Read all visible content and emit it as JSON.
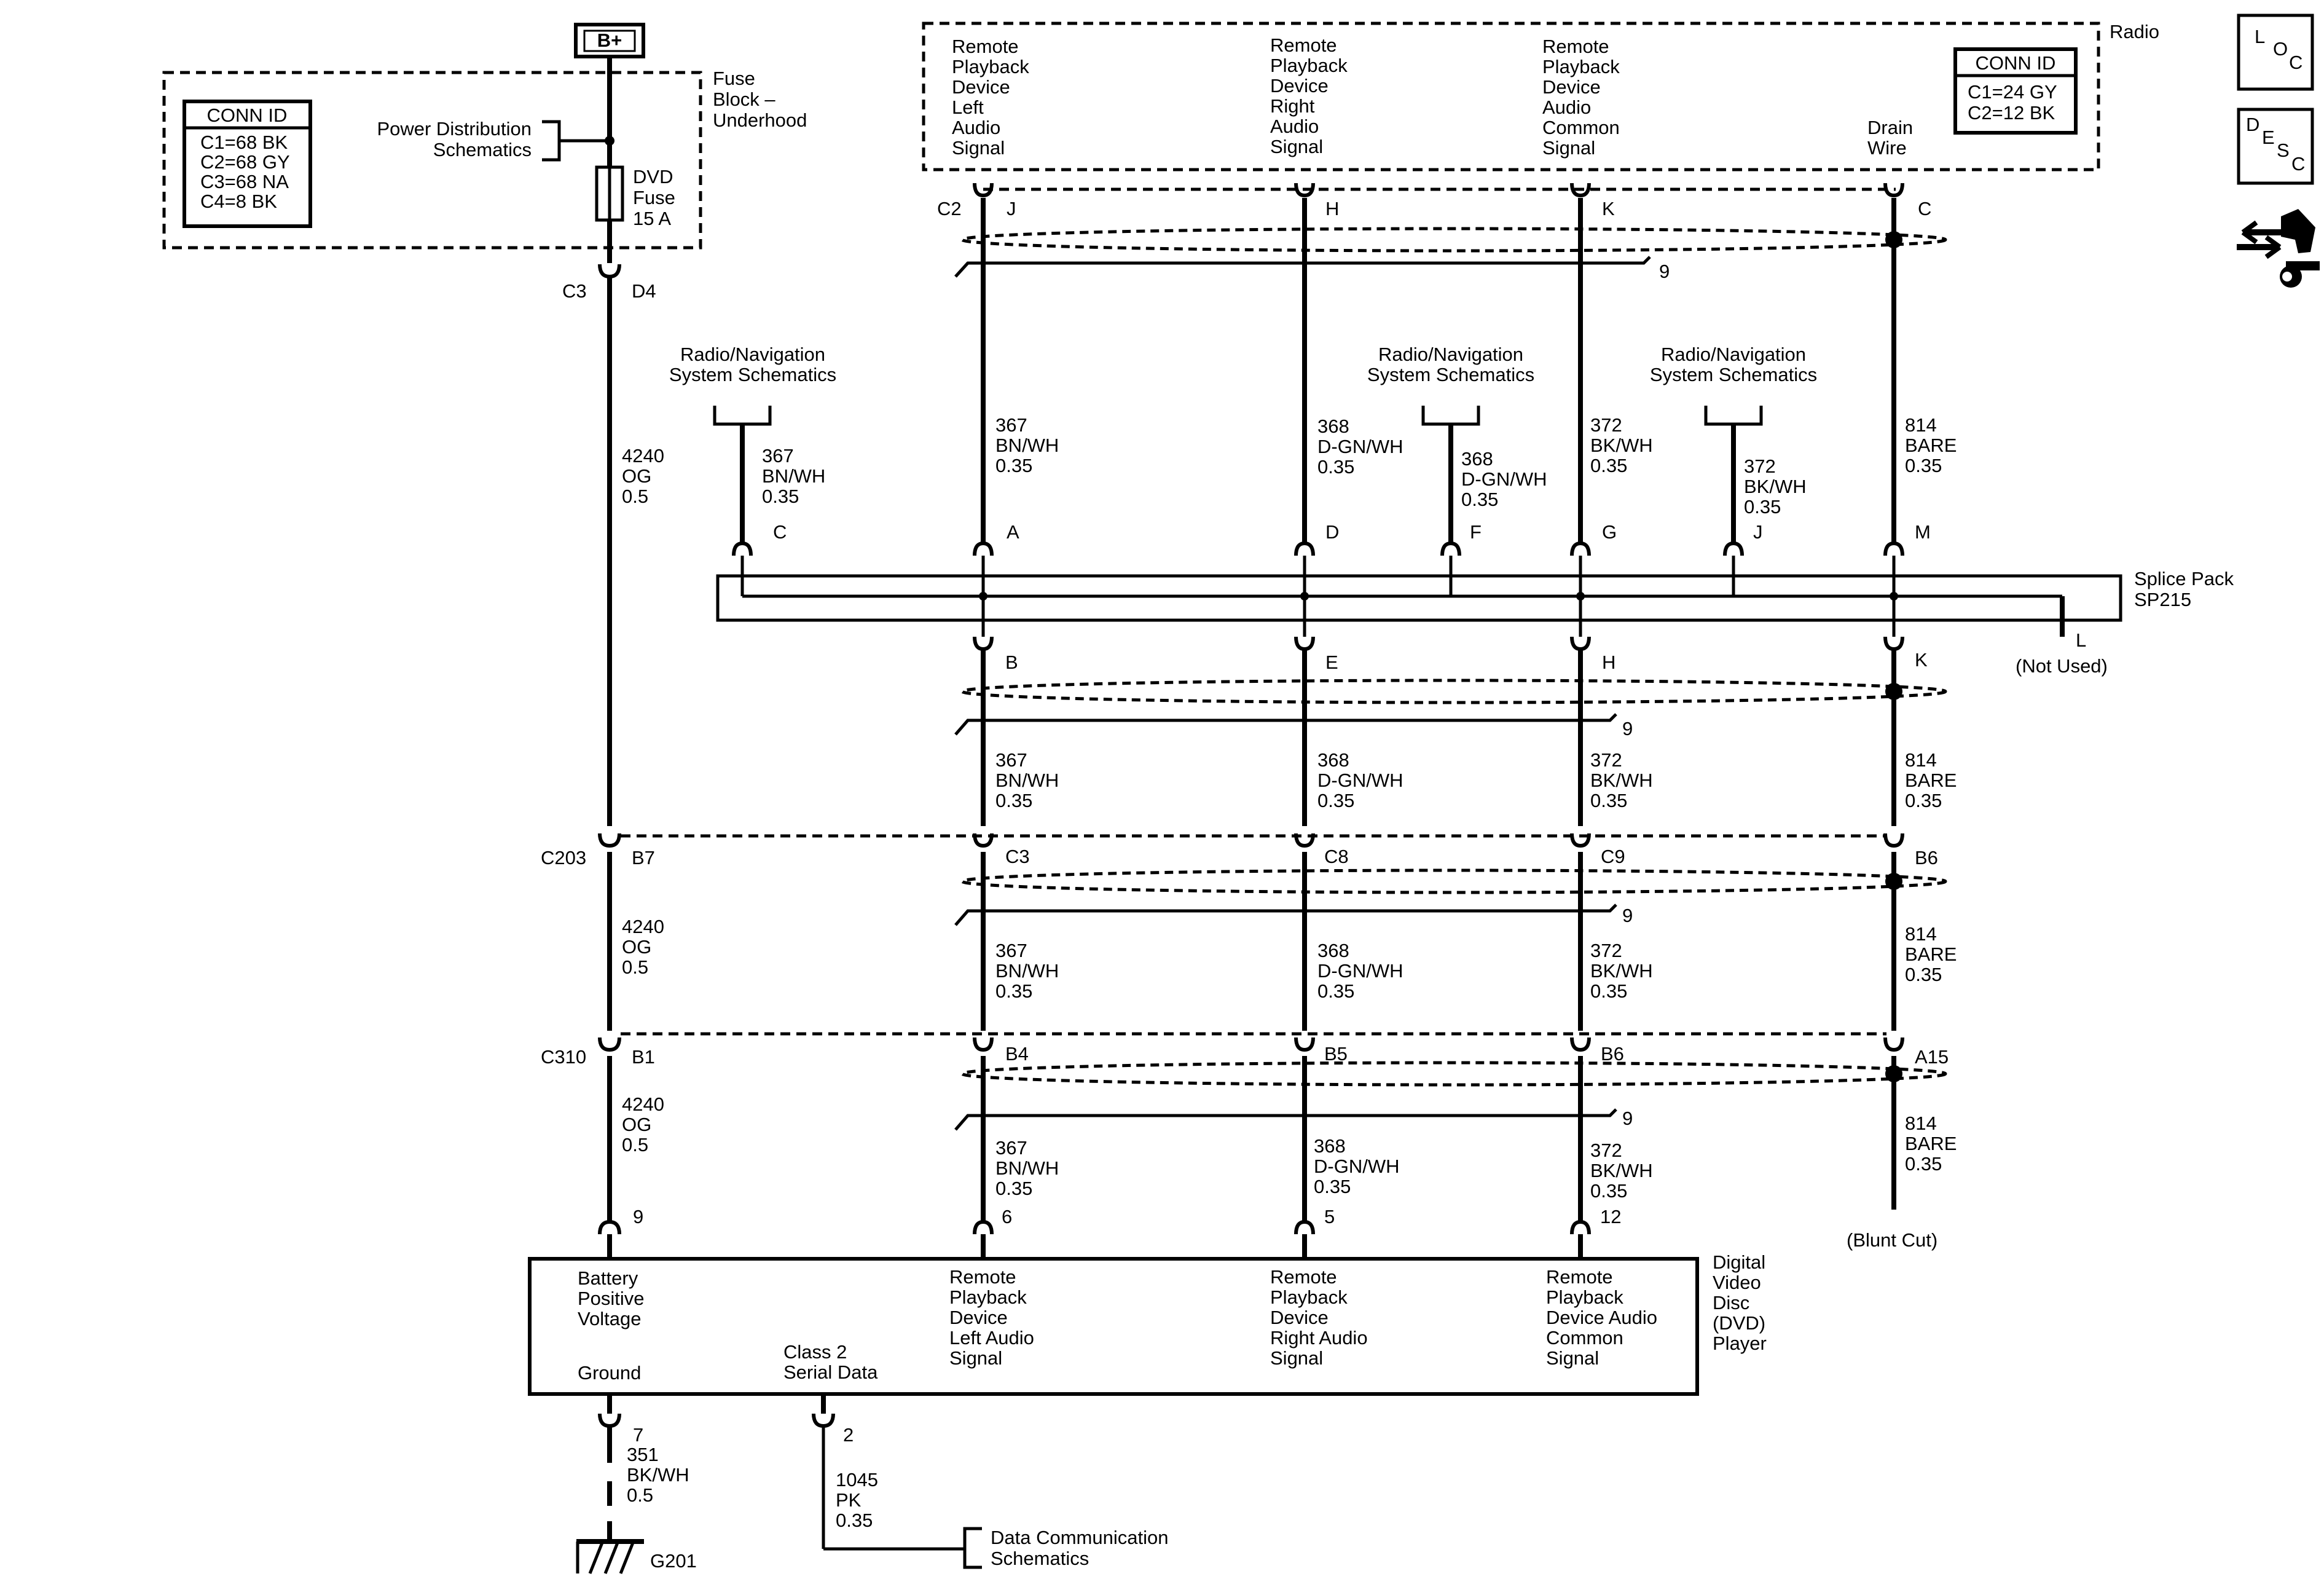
{
  "power": {
    "source": "B+",
    "fuse_block": [
      "Fuse",
      "Block –",
      "Underhood"
    ],
    "power_dist": [
      "Power Distribution",
      "Schematics"
    ],
    "fuse": [
      "DVD",
      "Fuse",
      "15 A"
    ],
    "conn_title": "CONN ID",
    "conn": [
      "C1=68 BK",
      "C2=68 GY",
      "C3=68 NA",
      "C4=8 BK"
    ]
  },
  "radio": {
    "name": "Radio",
    "signals": [
      [
        "Remote",
        "Playback",
        "Device",
        "Left",
        "Audio",
        "Signal"
      ],
      [
        "Remote",
        "Playback",
        "Device",
        "Right",
        "Audio",
        "Signal"
      ],
      [
        "Remote",
        "Playback",
        "Device",
        "Audio",
        "Common",
        "Signal"
      ],
      [
        "Drain",
        "Wire"
      ]
    ],
    "conn_title": "CONN ID",
    "conn": [
      "C1=24 GY",
      "C2=12 BK"
    ],
    "pins": [
      "C2",
      "J",
      "H",
      "K",
      "C"
    ]
  },
  "icons": {
    "loc": [
      "L",
      "O",
      "C"
    ],
    "desc": [
      "D",
      "E",
      "S",
      "C"
    ]
  },
  "connectors": {
    "c3": [
      "C3",
      "D4"
    ],
    "c203": [
      "C203",
      "B7",
      "C3",
      "C8",
      "C9",
      "B6"
    ],
    "c310": [
      "C310",
      "B1",
      "B4",
      "B5",
      "B6",
      "A15"
    ]
  },
  "shield_number": "9",
  "radio_nav": [
    "Radio/Navigation",
    "System Schematics"
  ],
  "wires": {
    "w367_top": [
      "367",
      "BN/WH",
      "0.35"
    ],
    "w368_top": [
      "368",
      "D-GN/WH",
      "0.35"
    ],
    "w372_top": [
      "372",
      "BK/WH",
      "0.35"
    ],
    "w814_top": [
      "814",
      "BARE",
      "0.35"
    ],
    "w367_nav": [
      "367",
      "BN/WH",
      "0.35"
    ],
    "w368_nav": [
      "368",
      "D-GN/WH",
      "0.35"
    ],
    "w372_nav": [
      "372",
      "BK/WH",
      "0.35"
    ],
    "w4240_1": [
      "4240",
      "OG",
      "0.5"
    ],
    "w367_b": [
      "367",
      "BN/WH",
      "0.35"
    ],
    "w368_b": [
      "368",
      "D-GN/WH",
      "0.35"
    ],
    "w372_b": [
      "372",
      "BK/WH",
      "0.35"
    ],
    "w814_b": [
      "814",
      "BARE",
      "0.35"
    ],
    "w4240_2": [
      "4240",
      "OG",
      "0.5"
    ],
    "w367_c": [
      "367",
      "BN/WH",
      "0.35"
    ],
    "w368_c": [
      "368",
      "D-GN/WH",
      "0.35"
    ],
    "w372_c": [
      "372",
      "BK/WH",
      "0.35"
    ],
    "w814_c": [
      "814",
      "BARE",
      "0.35"
    ],
    "w4240_3": [
      "4240",
      "OG",
      "0.5"
    ],
    "w367_d": [
      "367",
      "BN/WH",
      "0.35"
    ],
    "w368_d": [
      "368",
      "D-GN/WH",
      "0.35"
    ],
    "w372_d": [
      "372",
      "BK/WH",
      "0.35"
    ],
    "w814_d": [
      "814",
      "BARE",
      "0.35"
    ],
    "w351": [
      "351",
      "BK/WH",
      "0.5"
    ],
    "w1045": [
      "1045",
      "PK",
      "0.35"
    ]
  },
  "splice_pack": {
    "name": [
      "Splice Pack",
      "SP215"
    ],
    "top_pins": [
      "C",
      "A",
      "D",
      "F",
      "G",
      "J",
      "M"
    ],
    "bottom_pins": [
      "B",
      "E",
      "H",
      "K",
      "L"
    ],
    "not_used": "(Not Used)"
  },
  "dvd": {
    "name": [
      "Digital",
      "Video",
      "Disc",
      "(DVD)",
      "Player"
    ],
    "battery": [
      "Battery",
      "Positive",
      "Voltage"
    ],
    "ground": "Ground",
    "class2": [
      "Class 2",
      "Serial Data"
    ],
    "left": [
      "Remote",
      "Playback",
      "Device",
      "Left Audio",
      "Signal"
    ],
    "right": [
      "Remote",
      "Playback",
      "Device",
      "Right Audio",
      "Signal"
    ],
    "common": [
      "Remote",
      "Playback",
      "Device Audio",
      "Common",
      "Signal"
    ],
    "pins": [
      "9",
      "6",
      "5",
      "12",
      "7",
      "2"
    ]
  },
  "blunt_cut": "(Blunt Cut)",
  "ground_id": "G201",
  "data_comm": [
    "Data Communication",
    "Schematics"
  ]
}
